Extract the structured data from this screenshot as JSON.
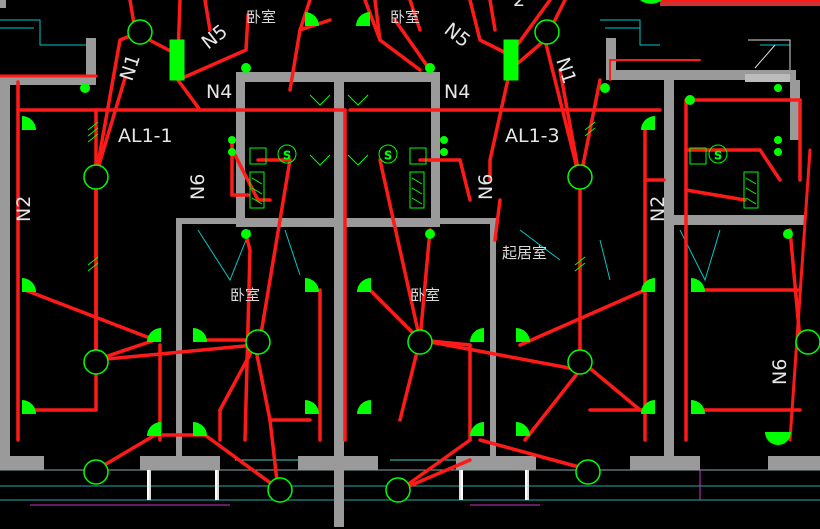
{
  "colors": {
    "background": "#000000",
    "wall": "#9a9a9a",
    "wiring": "#ff1a1a",
    "fixture": "#00ff00",
    "outline": "#00c8c8",
    "furniture": "#cc33cc",
    "text": "#e6e6e6"
  },
  "labels": {
    "circuit_n1": "N1",
    "circuit_n5_left": "N5",
    "circuit_n5_right": "N5",
    "circuit_n4_left": "N4",
    "circuit_n4_right": "N4",
    "panel_al1_1": "AL1-1",
    "panel_al1_3": "AL1-3",
    "circuit_n6_left": "N6",
    "circuit_n6_mid": "N6",
    "circuit_n6_right": "N6",
    "circuit_n2_left": "N2",
    "circuit_n2_right": "N2",
    "circuit_top_partial": "2",
    "room_bedroom_top_left": "卧室",
    "room_bedroom_top_right": "卧室",
    "room_bedroom_mid_left": "卧室",
    "room_bedroom_mid_right": "卧室",
    "room_living": "起居室"
  },
  "fixtures": {
    "exhaust_fan_symbol": "S"
  }
}
